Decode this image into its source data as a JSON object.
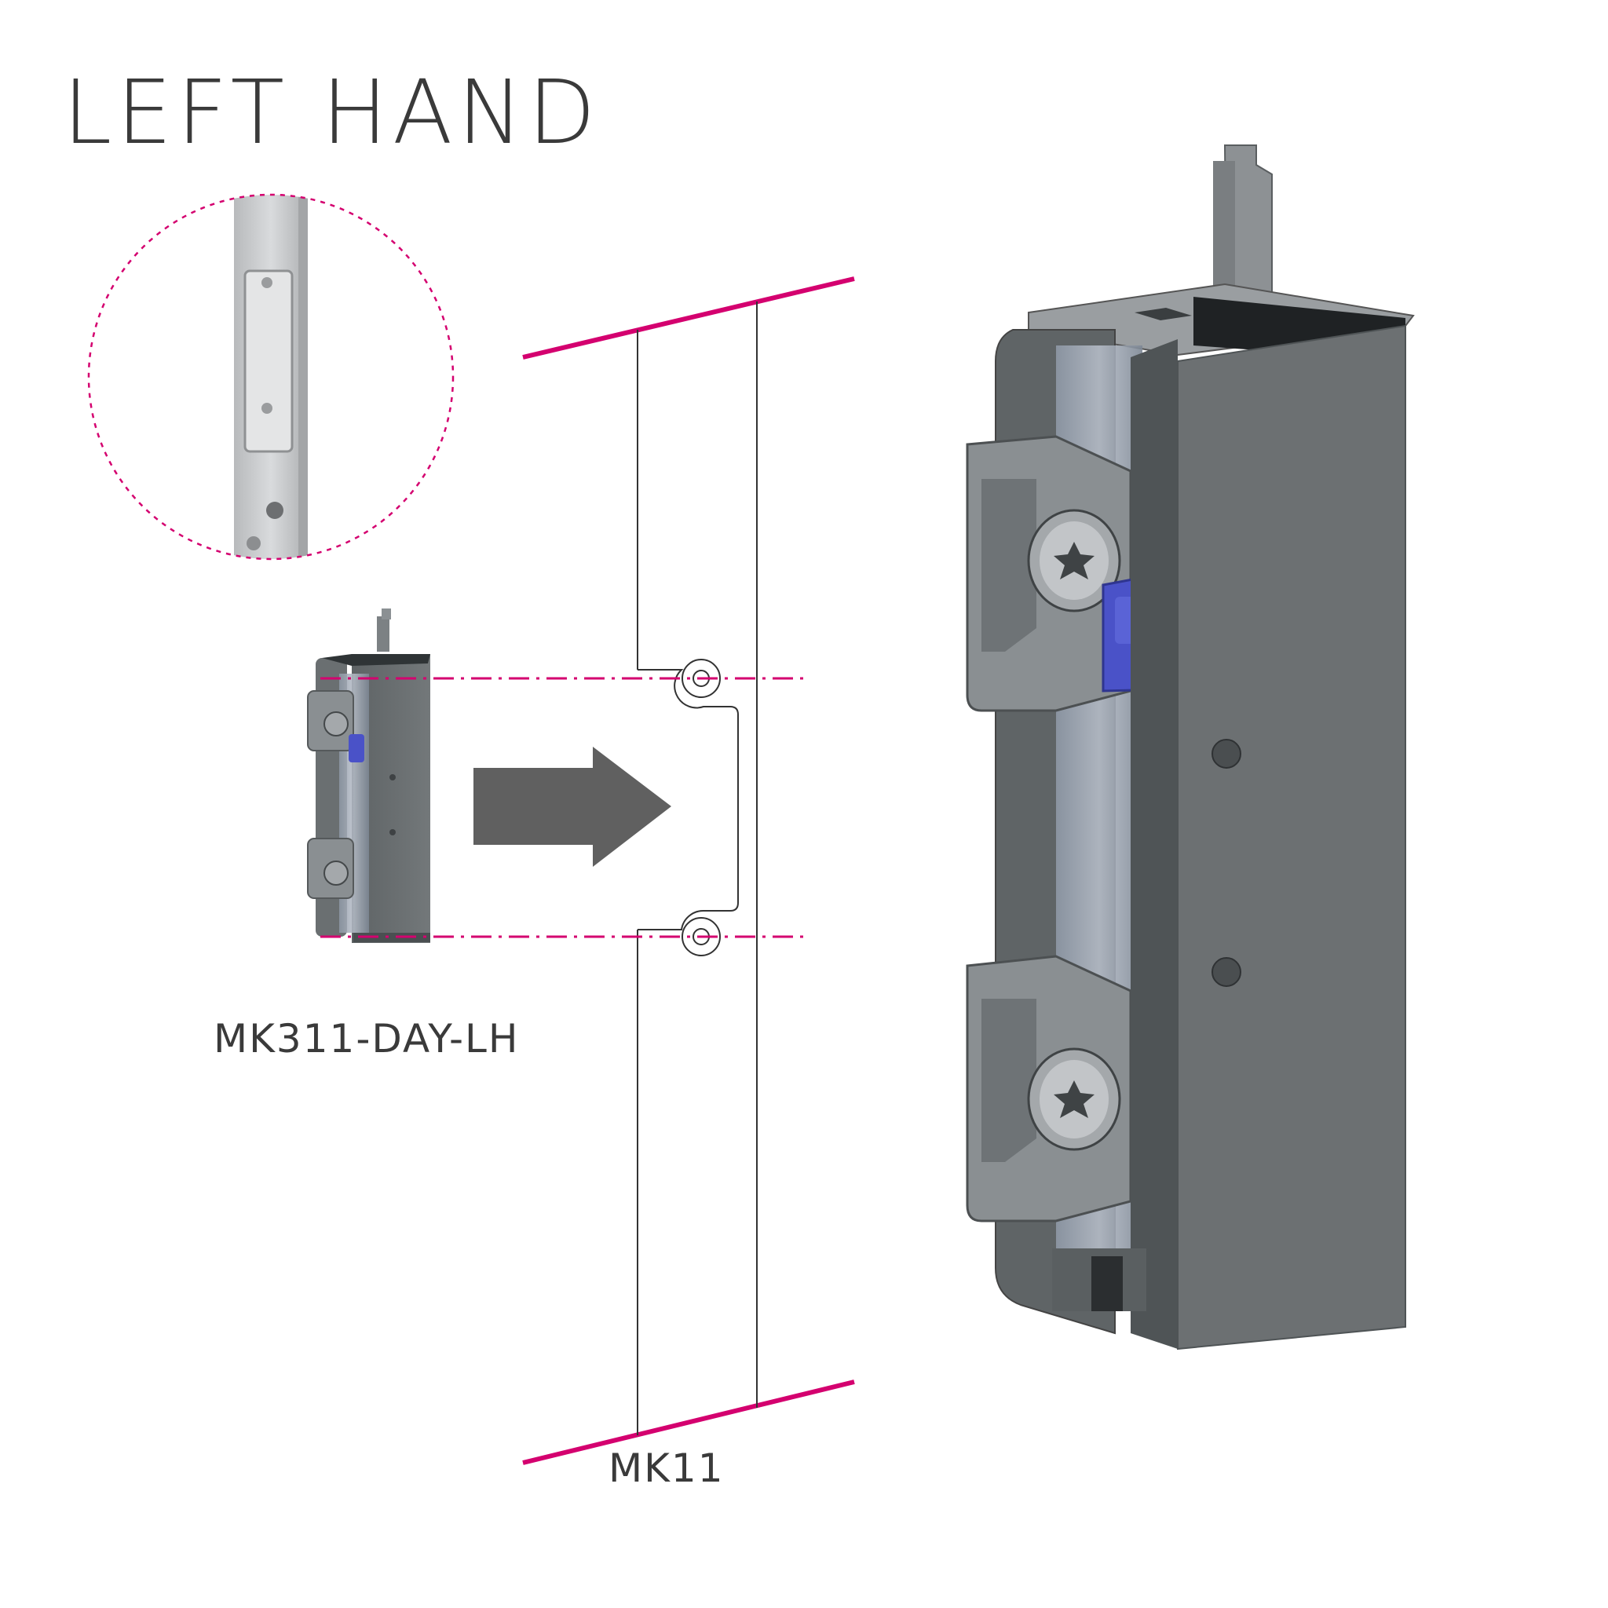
{
  "title": "LEFT HAND",
  "labels": {
    "small_part": "MK311-DAY-LH",
    "frame_part": "MK11"
  },
  "colors": {
    "accent_magenta": "#d4006f",
    "text": "#3a3a3a",
    "arrow": "#606060",
    "body_gray": "#6c7072",
    "body_dark": "#4f5456",
    "clip_gray": "#8a8f92",
    "blue_button": "#4a52c8",
    "inset_metal": "#c9cbcd"
  },
  "icons": {
    "direction_arrow": "arrow-right-icon",
    "screw": "torx-screw-icon"
  }
}
